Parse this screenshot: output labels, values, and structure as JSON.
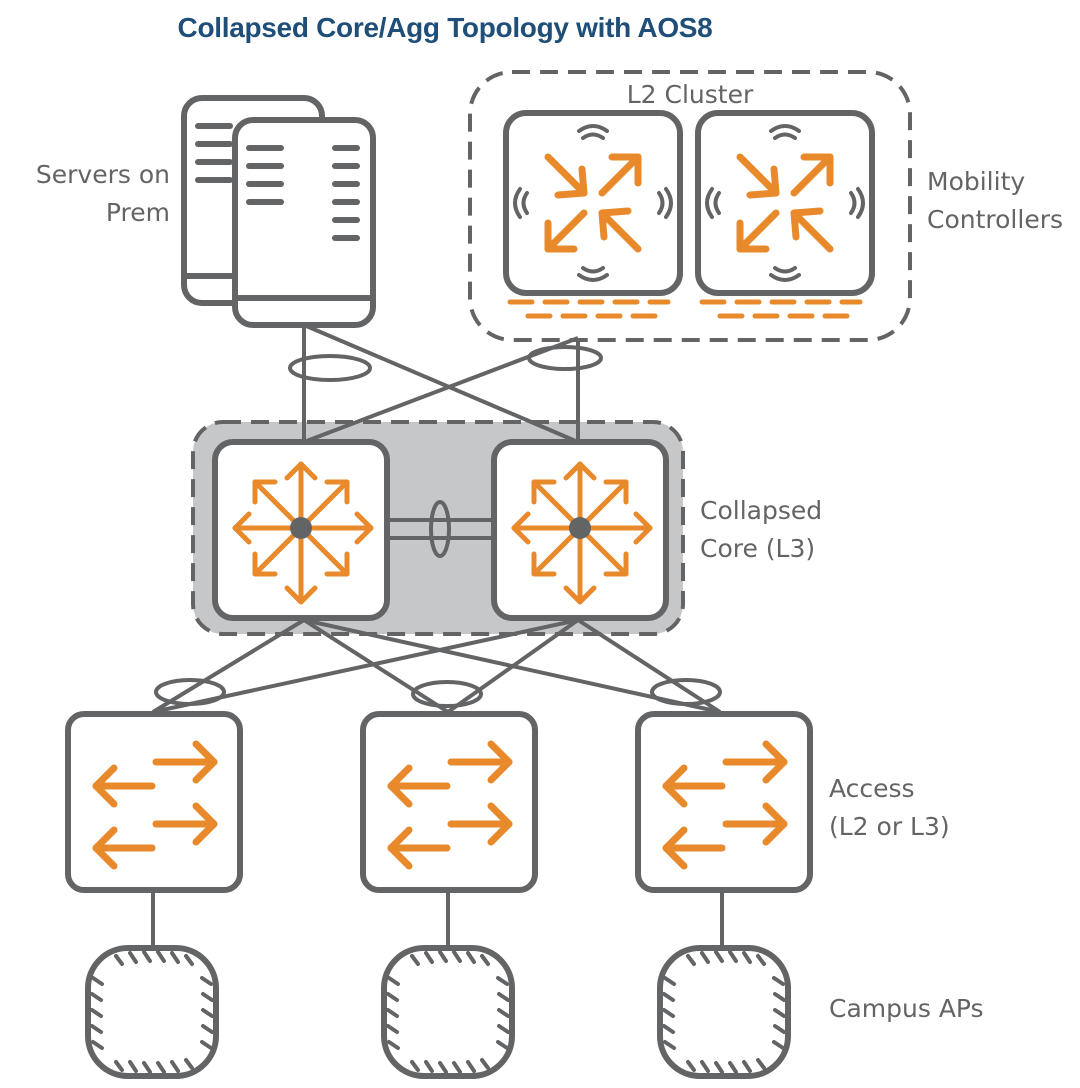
{
  "title": "Collapsed Core/Agg Topology with AOS8",
  "labels": {
    "servers": [
      "Servers on",
      "Prem"
    ],
    "cluster": "L2 Cluster",
    "mobility": [
      "Mobility",
      "Controllers"
    ],
    "core": [
      "Collapsed",
      "Core (L3)"
    ],
    "access": [
      "Access",
      "(L2 or L3)"
    ],
    "aps": "Campus APs"
  },
  "nodes": {
    "servers": {
      "icon": "server-icon",
      "count": 2
    },
    "mobility_controllers": {
      "icon": "wireless-controller-icon",
      "count": 2
    },
    "core_switches": {
      "icon": "router-switch-icon",
      "count": 2
    },
    "access_switches": {
      "icon": "switch-icon",
      "count": 3
    },
    "access_points": {
      "icon": "access-point-icon",
      "count": 3
    }
  },
  "colors": {
    "title": "#1f4e79",
    "line": "#636466",
    "accent": "#e8892b",
    "core_group_fill": "#c6c7c9",
    "text": "#636466"
  }
}
